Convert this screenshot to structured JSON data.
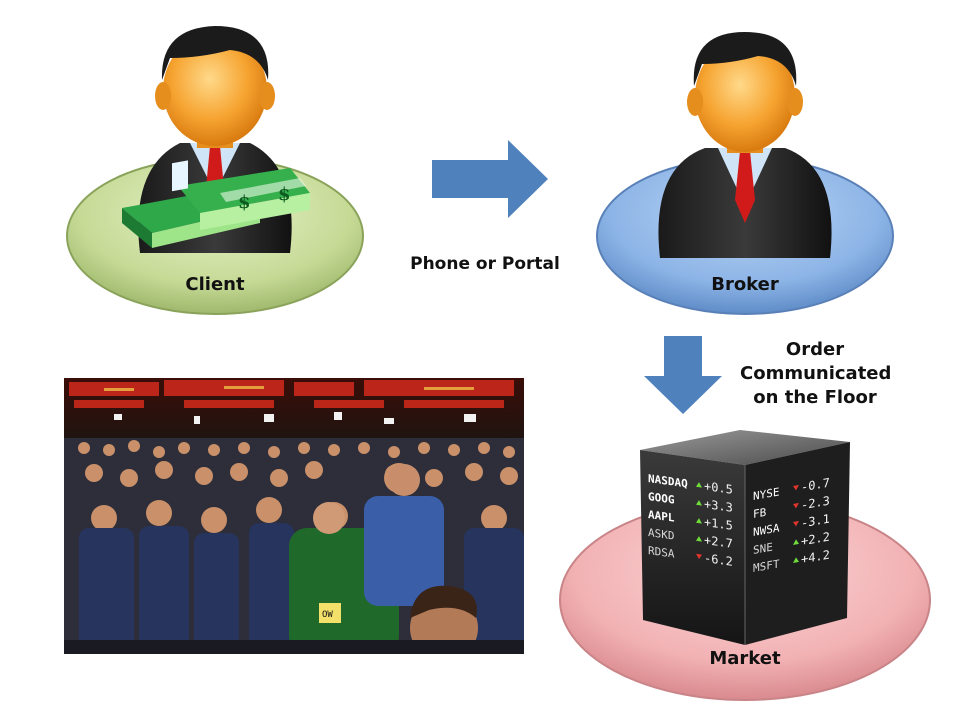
{
  "client": {
    "label": "Client"
  },
  "broker": {
    "label": "Broker"
  },
  "market": {
    "label": "Market"
  },
  "flow": {
    "phone_label": "Phone or Portal",
    "floor_label_lines": [
      "Order",
      "Communicated",
      "on the Floor"
    ]
  },
  "ticker": {
    "left": [
      {
        "sym": "NASDAQ",
        "val": "+0.5",
        "dir": "up"
      },
      {
        "sym": "GOOG",
        "val": "+3.3",
        "dir": "up"
      },
      {
        "sym": "AAPL",
        "val": "+1.5",
        "dir": "up"
      },
      {
        "sym": "ASKD",
        "val": "+2.7",
        "dir": "up"
      },
      {
        "sym": "RDSA",
        "val": "-6.2",
        "dir": "down"
      }
    ],
    "right": [
      {
        "sym": "NYSE",
        "val": "-0.7",
        "dir": "down"
      },
      {
        "sym": "FB",
        "val": "-2.3",
        "dir": "down"
      },
      {
        "sym": "NWSA",
        "val": "-3.1",
        "dir": "down"
      },
      {
        "sym": "SNE",
        "val": "+2.2",
        "dir": "up"
      },
      {
        "sym": "MSFT",
        "val": "+4.2",
        "dir": "up"
      }
    ]
  },
  "photo": {
    "badge": "OW"
  },
  "colors": {
    "client_disc": "#c8dc9a",
    "broker_disc": "#8fb6e6",
    "market_disc": "#f2b4b6",
    "arrow": "#4f81bd",
    "up": "#6fdc3c",
    "down": "#e0342c"
  }
}
